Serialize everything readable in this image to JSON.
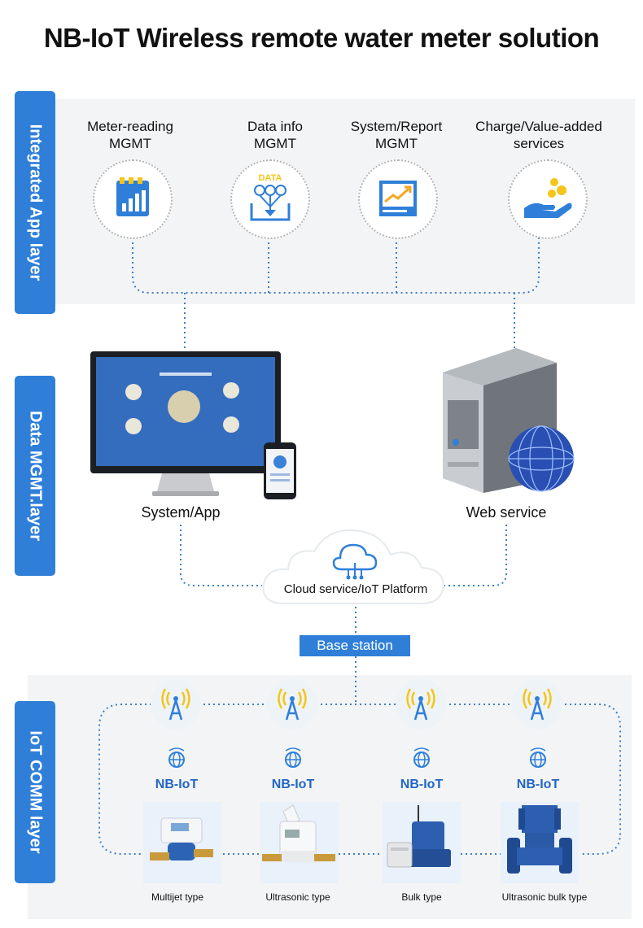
{
  "title": "NB-IoT Wireless remote water meter solution",
  "layers": {
    "app": "Integrated App layer",
    "data": "Data MGMT.layer",
    "comm": "IoT COMM layer"
  },
  "app_services": [
    {
      "line1": "Meter-reading",
      "line2": "MGMT"
    },
    {
      "line1": "Data info",
      "line2": "MGMT",
      "icon_text": "DATA"
    },
    {
      "line1": "System/Report",
      "line2": "MGMT"
    },
    {
      "line1": "Charge/Value-added",
      "line2": "services"
    }
  ],
  "data_layer": {
    "system_app": "System/App",
    "web_service": "Web service",
    "cloud": "Cloud service/IoT Platform"
  },
  "base_station": "Base station",
  "nbiot_label": "NB-IoT",
  "meters": [
    {
      "name": "Multijet type"
    },
    {
      "name": "Ultrasonic type"
    },
    {
      "name": "Bulk type"
    },
    {
      "name": "Ultrasonic bulk type"
    }
  ],
  "colors": {
    "accent": "#2f7fd9",
    "dotted_line": "#3d7fc4",
    "icon_yellow": "#f5c518"
  }
}
